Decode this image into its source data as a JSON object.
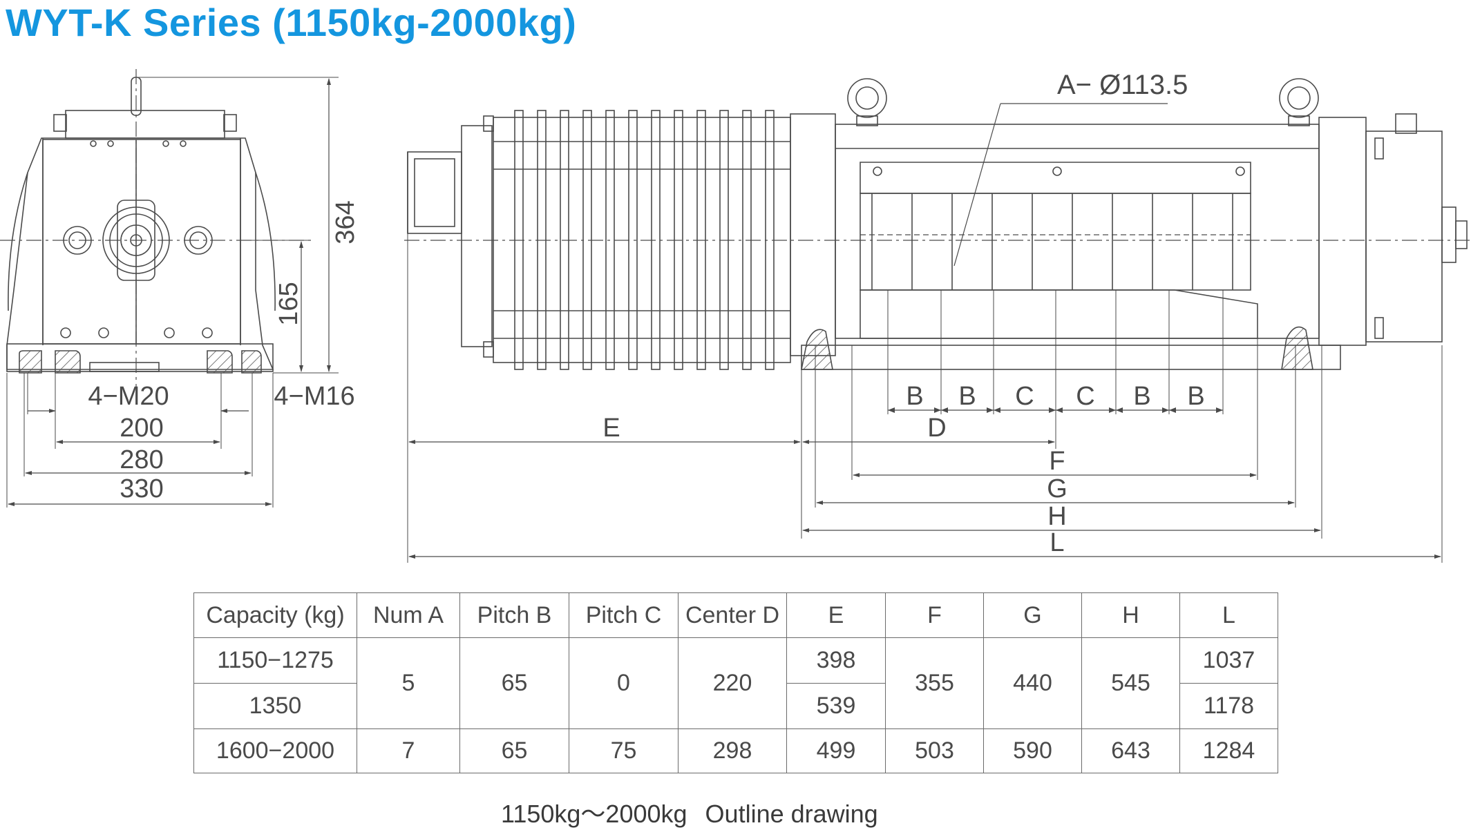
{
  "title": "WYT-K Series (1150kg-2000kg)",
  "front_view": {
    "dims": {
      "height_total": "364",
      "height_center": "165",
      "bolt_left": "4−M20",
      "bolt_right": "4−M16",
      "w200": "200",
      "w280": "280",
      "w330": "330"
    }
  },
  "side_view": {
    "rope_callout": "A−  Ø113.5",
    "pitch_labels": [
      "B",
      "B",
      "C",
      "C",
      "B",
      "B"
    ],
    "dims": {
      "E": "E",
      "D": "D",
      "F": "F",
      "G": "G",
      "H": "H",
      "L": "L"
    }
  },
  "table": {
    "headers": [
      "Capacity (kg)",
      "Num A",
      "Pitch B",
      "Pitch C",
      "Center D",
      "E",
      "F",
      "G",
      "H",
      "L"
    ],
    "group1": {
      "capacity": [
        "1150−1275",
        "1350"
      ],
      "num_a": "5",
      "pitch_b": "65",
      "pitch_c": "0",
      "center_d": "220",
      "e": [
        "398",
        "539"
      ],
      "f": "355",
      "g": "440",
      "h": "545",
      "l": [
        "1037",
        "1178"
      ]
    },
    "group2": {
      "capacity": "1600−2000",
      "num_a": "7",
      "pitch_b": "65",
      "pitch_c": "75",
      "center_d": "298",
      "e": "499",
      "f": "503",
      "g": "590",
      "h": "643",
      "l": "1284"
    }
  },
  "caption": {
    "range": "1150kg～2000kg",
    "label": "Outline drawing"
  },
  "colors": {
    "title": "#1496df",
    "line": "#4a4a4a"
  }
}
